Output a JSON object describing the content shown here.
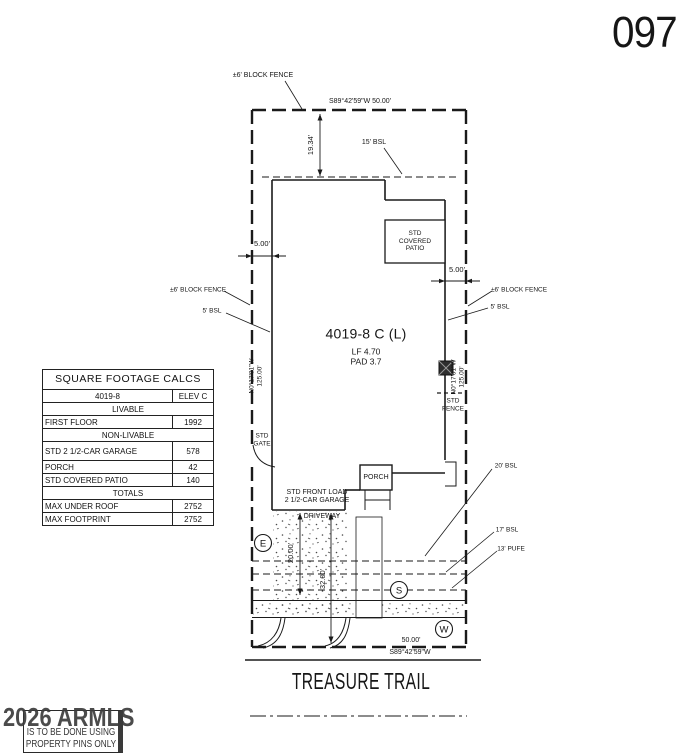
{
  "page": {
    "number": "097",
    "street_name": "TREASURE TRAIL"
  },
  "watermark": {
    "text": "2026 ARMLS",
    "note_line1": "IS TO BE DONE USING",
    "note_line2": "PROPERTY PINS ONLY"
  },
  "survey": {
    "model_name": "4019-8 C (L)",
    "lf": "LF 4.70",
    "pad": "PAD 3.7",
    "bearings": {
      "north_line": "S89°42'59\"W  50.00'",
      "south_distance": "50.00'",
      "south_line": "S89°42'59\"W",
      "west_line1": "N0°17'01\"W",
      "west_line2": "125.00'",
      "east_line1": "N0°17'01\"W",
      "east_line2": "125.00'"
    },
    "dimensions": {
      "rear_to_house": "19.34'",
      "west_side": "5.00'",
      "east_side": "5.00'",
      "garage_to_walk": "20.00'",
      "garage_to_property": "32.00'"
    },
    "labels": {
      "fence_north": "±6' BLOCK FENCE",
      "fence_west": "±6' BLOCK FENCE",
      "fence_east": "±6' BLOCK FENCE",
      "bsl_rear": "15' BSL",
      "bsl_west": "5' BSL",
      "bsl_east": "5' BSL",
      "bsl_front": "20' BSL",
      "bsl_17": "17' BSL",
      "pufe_13": "13' PUFE",
      "patio_l1": "STD",
      "patio_l2": "COVERED",
      "patio_l3": "PATIO",
      "std_fence_l1": "STD",
      "std_fence_l2": "FENCE",
      "gate_l1": "STD",
      "gate_l2": "GATE",
      "porch": "PORCH",
      "garage_l1": "STD FRONT LOAD",
      "garage_l2": "2 1/2-CAR GARAGE",
      "driveway": "DRIVEWAY"
    },
    "utility_symbols": {
      "electric": "E",
      "sewer": "S",
      "water": "W"
    }
  },
  "table": {
    "title": "SQUARE FOOTAGE CALCS",
    "rows": [
      {
        "type": "split",
        "label": "4019-8",
        "value": "ELEV C"
      },
      {
        "type": "section",
        "label": "LIVABLE"
      },
      {
        "type": "data",
        "label": "FIRST FLOOR",
        "value": "1992"
      },
      {
        "type": "section",
        "label": "NON-LIVABLE"
      },
      {
        "type": "data",
        "label": "STD 2 1/2-CAR GARAGE",
        "value": "578"
      },
      {
        "type": "data",
        "label": "PORCH",
        "value": "42"
      },
      {
        "type": "data",
        "label": "STD COVERED PATIO",
        "value": "140"
      },
      {
        "type": "section",
        "label": "TOTALS"
      },
      {
        "type": "data",
        "label": "MAX UNDER ROOF",
        "value": "2752"
      },
      {
        "type": "data",
        "label": "MAX FOOTPRINT",
        "value": "2752"
      }
    ]
  }
}
